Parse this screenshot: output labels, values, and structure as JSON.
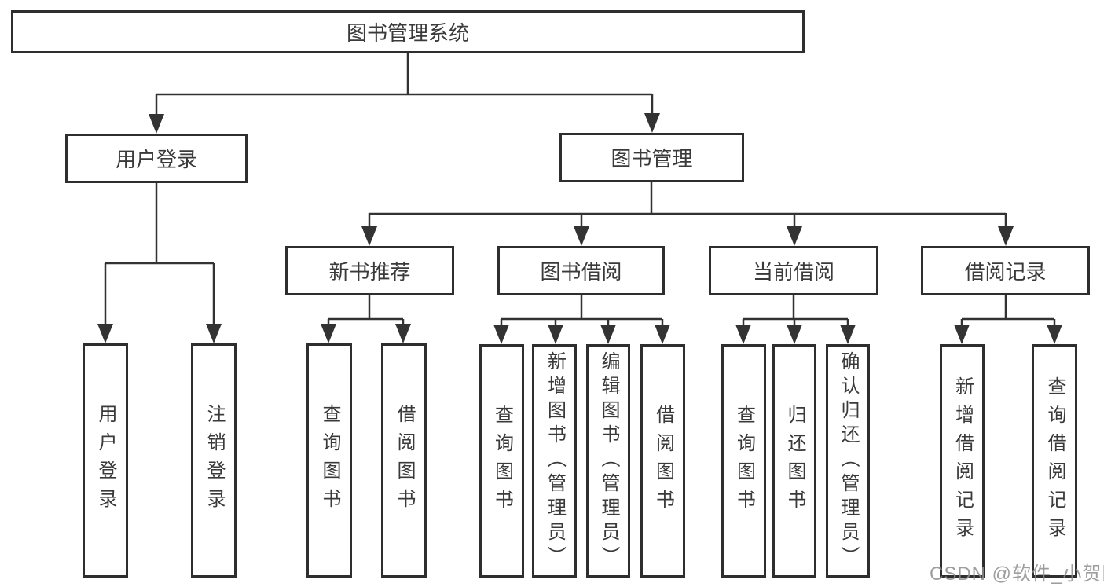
{
  "diagram": {
    "root": {
      "label": "图书管理系统"
    },
    "branches": [
      {
        "label": "用户登录",
        "children": [
          {
            "label": "用户登录"
          },
          {
            "label": "注销登录"
          }
        ]
      },
      {
        "label": "图书管理",
        "children": [
          {
            "label": "新书推荐",
            "children": [
              {
                "label": "查询图书"
              },
              {
                "label": "借阅图书"
              }
            ]
          },
          {
            "label": "图书借阅",
            "children": [
              {
                "label": "查询图书"
              },
              {
                "label": "新增图书（管理员）"
              },
              {
                "label": "编辑图书（管理员）"
              },
              {
                "label": "借阅图书"
              }
            ]
          },
          {
            "label": "当前借阅",
            "children": [
              {
                "label": "查询图书"
              },
              {
                "label": "归还图书"
              },
              {
                "label": "确认归还（管理员）"
              }
            ]
          },
          {
            "label": "借阅记录",
            "children": [
              {
                "label": "新增借阅记录"
              },
              {
                "label": "查询借阅记录"
              }
            ]
          }
        ]
      }
    ]
  },
  "watermark": {
    "text": "CSDN @软件_小贺同学"
  },
  "colors": {
    "background": "#ffffff",
    "box_border": "#2e2e2e",
    "connector_line": "#333333",
    "text": "#3a3a3a",
    "watermark": "#8c8c8c"
  }
}
